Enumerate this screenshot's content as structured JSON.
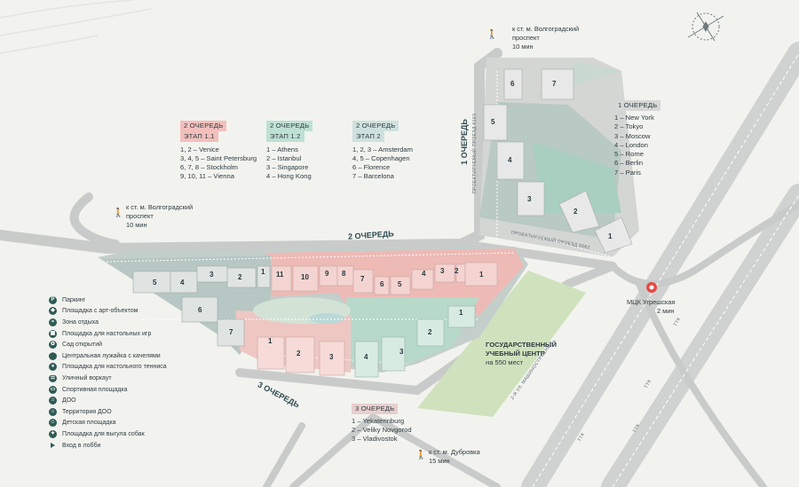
{
  "stages": {
    "stage2_1": {
      "title": "2 ОЧЕРЕДЬ",
      "subtitle": "ЭТАП 1.1",
      "color": "#f2bfbd",
      "items": [
        "1, 2 – Venice",
        "3, 4, 5 – Saint Petersburg",
        "6, 7, 8 – Stockholm",
        "9, 10, 11 – Vienna"
      ]
    },
    "stage2_2": {
      "title": "2 ОЧЕРЕДЬ",
      "subtitle": "ЭТАП 1.2",
      "color": "#bfe0d4",
      "items": [
        "1 – Athens",
        "2 – Istanbul",
        "3 – Singapore",
        "4 – Hong Kong"
      ]
    },
    "stage2_3": {
      "title": "2 ОЧЕРЕДЬ",
      "subtitle": "ЭТАП 2",
      "color": "#cfe1df",
      "items": [
        "1, 2, 3 – Amsterdam",
        "4, 5 – Copenhagen",
        "6 – Florence",
        "7 – Barcelona"
      ]
    },
    "stage1": {
      "title": "1 ОЧЕРЕДЬ",
      "color": "#d6d7d6",
      "items": [
        "1 – New York",
        "2 – Tokyo",
        "3 – Moscow",
        "4 – London",
        "5 – Rome",
        "6 – Berlin",
        "7 – Paris"
      ]
    },
    "stage3": {
      "title": "3 ОЧЕРЕДЬ",
      "color": "#e8cfcf",
      "items": [
        "1 – Yekaterinburg",
        "2 – Veliky Novgorod",
        "3 – Vladivostok"
      ]
    }
  },
  "road_labels": {
    "queue1": "1 ОЧЕРЕДЬ",
    "queue2": "2 ОЧЕРЕДЬ",
    "queue3": "3 ОЧЕРЕДЬ",
    "proezd_north": "ПРОЕКТИРУЕМЫЙ ПРОЕЗД 6163",
    "proezd_east": "ПРОЕКТИРУЕМЫЙ ПРОЕЗД 5562",
    "street_south": "2-Я УЛ. МАШИНОСТРОЕНИЯ",
    "ttk1": "ТТК",
    "ttk2": "ТТК",
    "ttk3": "ТТК",
    "ttk4": "ТТК"
  },
  "walks": {
    "volg_top": {
      "line1": "к ст. м. Волгоградский",
      "line2": "проспект",
      "line3": "10 мин"
    },
    "volg_left": {
      "line1": "к ст. м. Волгоградский",
      "line2": "проспект",
      "line3": "10 мин"
    },
    "dubrovka": {
      "line1": "к ст. м. Дубровка",
      "line2": "15 мин"
    },
    "ugreshskaya": {
      "line1": "МЦК Угрешская",
      "line2": "2 мин"
    }
  },
  "school": {
    "line1": "ГОСУДАРСТВЕННЫЙ",
    "line2": "УЧЕБНЫЙ ЦЕНТР",
    "line3": "на 550 мест"
  },
  "legend": [
    {
      "icon": "P",
      "label": "Паркинг"
    },
    {
      "icon": "A",
      "label": "Площадка с арт-объектом"
    },
    {
      "icon": "Z",
      "label": "Зона отдыха"
    },
    {
      "icon": "N",
      "label": "Площадка для настольных игр"
    },
    {
      "icon": "S",
      "label": "Сад открытий"
    },
    {
      "icon": "K",
      "label": "Центральная лужайка с качелями"
    },
    {
      "icon": "T",
      "label": "Площадка для настольного тенниса"
    },
    {
      "icon": "W",
      "label": "Уличный воркаут"
    },
    {
      "icon": "F",
      "label": "Спортивная площадка"
    },
    {
      "icon": "D",
      "label": "ДОО"
    },
    {
      "icon": "D",
      "label": "Территория ДОО"
    },
    {
      "icon": "C",
      "label": "Детская площадка"
    },
    {
      "icon": "G",
      "label": "Площадка для выгула собак"
    },
    {
      "icon": "triangle",
      "label": "Вход в лобби"
    }
  ],
  "building_numbers": {
    "q1": [
      "1",
      "2",
      "3",
      "4",
      "5",
      "6",
      "7"
    ],
    "q2_west": [
      "5",
      "4",
      "3",
      "2",
      "1",
      "6",
      "7"
    ],
    "q2_mid": [
      "11",
      "10",
      "9",
      "8",
      "7",
      "6",
      "5",
      "4",
      "3",
      "2",
      "1"
    ],
    "q2_green": [
      "4",
      "3",
      "2",
      "1"
    ],
    "q3": [
      "1",
      "2",
      "3"
    ]
  }
}
